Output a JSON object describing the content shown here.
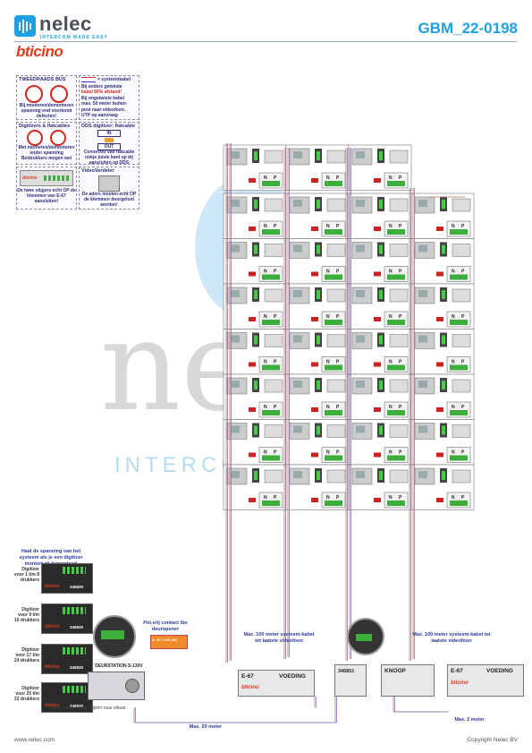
{
  "header": {
    "brand_name": "nelec",
    "brand_tagline": "INTERCOM MADE EASY",
    "doc_code": "GBM_22-0198",
    "partner_brand": "bticino"
  },
  "watermark": {
    "big": "ne",
    "sub": "INTERCO"
  },
  "tips": {
    "bus_title": "TWEEDRAADS BUS",
    "bus_warning": "Bij monteren/demonteren spanning eraf voorkomt defecten!",
    "cable_title": "= systeemkabel",
    "cable_text": [
      "Bij anders getwiste",
      "kabel 66% afstand!",
      "Bij ongetwiste kabel",
      "max. 50 meter buiten-",
      "post naar videofoon.",
      "UTP op aanvraag"
    ],
    "digitizer_title": "Digitizers & flatcables",
    "digitizer_warning": "Met monteren/demonteren onder spanning Beldrukkers mogen wel",
    "dds_title": "DDS digitizer: flatcable",
    "dds_in": "IN",
    "dds_out": "OUT",
    "dds_text": "Connector van flatcable nokje juiste kant op bij aansluiten op DDS",
    "strap_text": "De twee stijgers echt OP de klemmen van E-67 aansluiten!",
    "video_title": "VideoVerdeler",
    "video_text": "De aders moeten echt OP de klemmen doorgelust worden!"
  },
  "left": {
    "warning": "Haal de spanning van het systeem als je een digitizer montert of demonteert",
    "digitizers": [
      {
        "label": "Digitizer voor 1 t/m 8 drukkers",
        "code": "346830"
      },
      {
        "label": "Digitizer voor 9 t/m 16 drukkers",
        "code": "346830"
      },
      {
        "label": "Digitizer voor 17 t/m 24 drukkers",
        "code": "346830"
      },
      {
        "label": "Digitizer voor 25 t/m 32 drukkers",
        "code": "346830"
      }
    ],
    "station_label": "DEURSTATION S-130V",
    "connector_note": "nokjes connectoren wijzen naar elkaar",
    "pot_contact": "Pot.vrij contact tbv deuropener",
    "terminal_labels": "S- S+ C NC NO"
  },
  "bottom": {
    "max50": "Max. 50 meter",
    "max100_left": "Max. 100 meter systeem-kabel tot laatste videofoon",
    "max100_right": "Max. 100 meter systeem-kabel tot laatste videofoon",
    "max2": "Max. 2 meter",
    "e67_left": "E-67",
    "voeding_left": "VOEDING",
    "e67_right": "E-67",
    "voeding_right": "VOEDING",
    "center_module": "346851",
    "knoop": "KNOOP",
    "brand_small": "bticino",
    "website": "www.nelec.com",
    "copyright": "Copyright Nelec BV"
  },
  "grid": {
    "column_letters": [
      "N",
      "P"
    ]
  }
}
